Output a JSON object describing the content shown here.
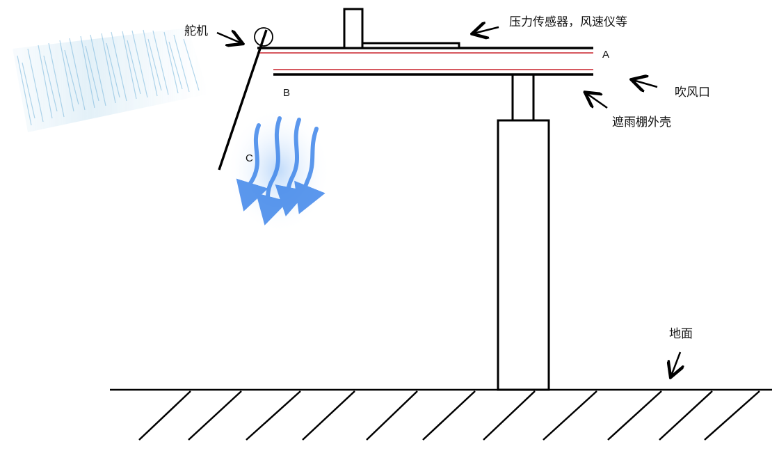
{
  "labels": {
    "servo": "舵机",
    "sensors": "压力传感器，风速仪等",
    "blower_outlet": "吹风口",
    "shell": "遮雨棚外壳",
    "ground": "地面",
    "point_a": "A",
    "point_b": "B",
    "point_c": "C"
  },
  "colors": {
    "line": "#000000",
    "inner_red": "#c8202a",
    "rain": "#6fb3d9",
    "airflow": "#2f7de8"
  }
}
